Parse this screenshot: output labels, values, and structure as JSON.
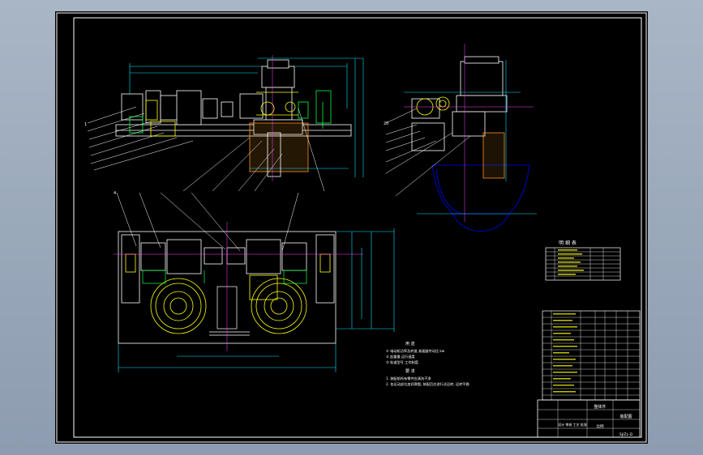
{
  "drawing": {
    "title_block": {
      "drawing_code": "SJ/ZL-D",
      "name_line": "整体件",
      "unit_line": "装配图",
      "scale_label": "比例",
      "small_text": "设计  审核  工艺  批准"
    },
    "tech_notes": {
      "heading1": "用  途",
      "line1": "① 电动机功率及转速      减速器传动比        kw",
      "line2": "② 起重量                    运行速度",
      "line3": "③ 轨道型号                  工作制度",
      "heading2": "要  求",
      "line4": "1. 装配前所有零件应清洗干净",
      "line5": "2. 各运动部位加润滑脂, 装配后应进行试运转, 运转平稳"
    },
    "small_table_title": "明  细  表",
    "view_labels": {
      "front": "1",
      "side": "20",
      "top": "4"
    }
  }
}
